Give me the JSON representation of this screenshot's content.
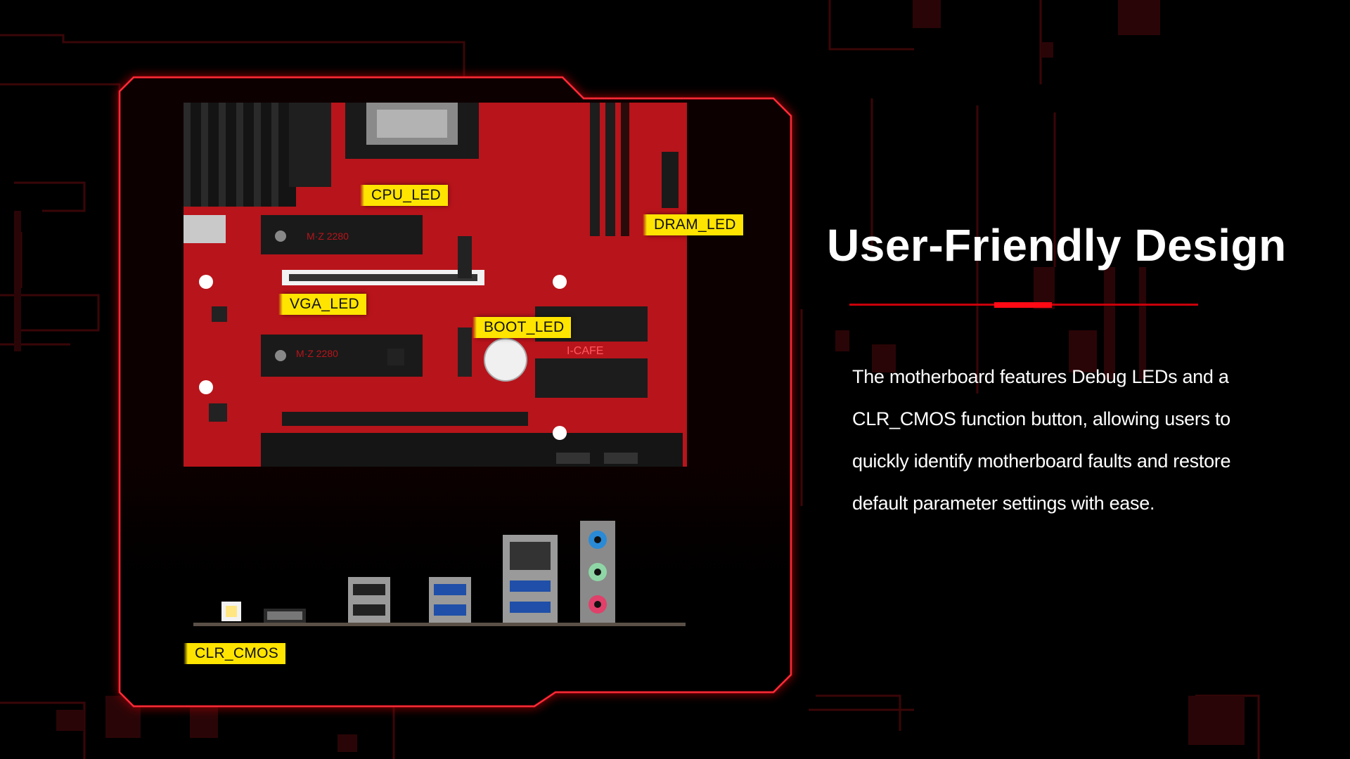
{
  "hero": {
    "title": "User-Friendly Design",
    "description": "The motherboard features Debug LEDs and a CLR_CMOS function button, allowing users to quickly identify motherboard faults and restore default parameter settings with ease."
  },
  "labels": {
    "cpu_led": "CPU_LED",
    "dram_led": "DRAM_LED",
    "vga_led": "VGA_LED",
    "boot_led": "BOOT_LED",
    "clr_cmos": "CLR_CMOS"
  },
  "board_markings": {
    "brand": "I-CAFE",
    "m2_slot": "M·Z  2280"
  },
  "colors": {
    "background": "#000000",
    "accent_red": "#e0101a",
    "label_yellow": "#ffe400",
    "board_red": "#c8141c",
    "text": "#ffffff"
  }
}
